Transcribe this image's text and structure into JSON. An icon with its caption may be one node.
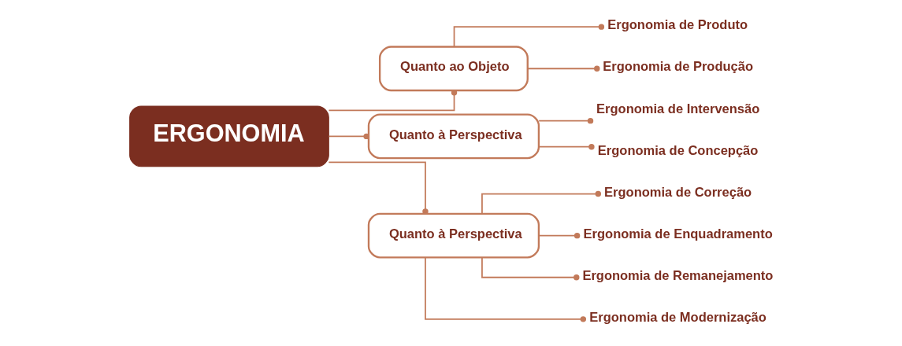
{
  "diagram": {
    "nodes": [
      {
        "text": [
          "ERGONOMIA"
        ]
      },
      {
        "text": [
          "Quanto ao Objeto"
        ]
      },
      {
        "text": [
          "Quanto à Perspectiva"
        ]
      },
      {
        "text": [
          "Quanto à Perspectiva"
        ]
      },
      {
        "text": [
          "Ergonomia de Produto"
        ]
      },
      {
        "text": [
          "Ergonomia de Produção"
        ]
      },
      {
        "text": [
          "Ergonomia de Intervensão"
        ]
      },
      {
        "text": [
          "Ergonomia de Concepção"
        ]
      },
      {
        "text": [
          "Ergonomia de Correção"
        ]
      },
      {
        "text": [
          "Ergonomia de Enquadramento"
        ]
      },
      {
        "text": [
          "Ergonomia de Remanejamento"
        ]
      },
      {
        "text": [
          "Ergonomia de Modernização"
        ]
      }
    ],
    "edges": [
      {
        "from": 0,
        "to": 1,
        "arrow": "other"
      },
      {
        "from": 0,
        "to": 2,
        "arrow": "other"
      },
      {
        "from": 0,
        "to": 3,
        "arrow": "other"
      },
      {
        "from": 1,
        "to": 4,
        "arrow": "other"
      },
      {
        "from": 1,
        "to": 5,
        "arrow": "other"
      },
      {
        "from": 2,
        "to": 6,
        "arrow": "other"
      },
      {
        "from": 2,
        "to": 7,
        "arrow": "other"
      },
      {
        "from": 3,
        "to": 8,
        "arrow": "other"
      },
      {
        "from": 3,
        "to": 9,
        "arrow": "other"
      },
      {
        "from": 3,
        "to": 10,
        "arrow": "other"
      },
      {
        "from": 3,
        "to": 11,
        "arrow": "other"
      }
    ]
  }
}
